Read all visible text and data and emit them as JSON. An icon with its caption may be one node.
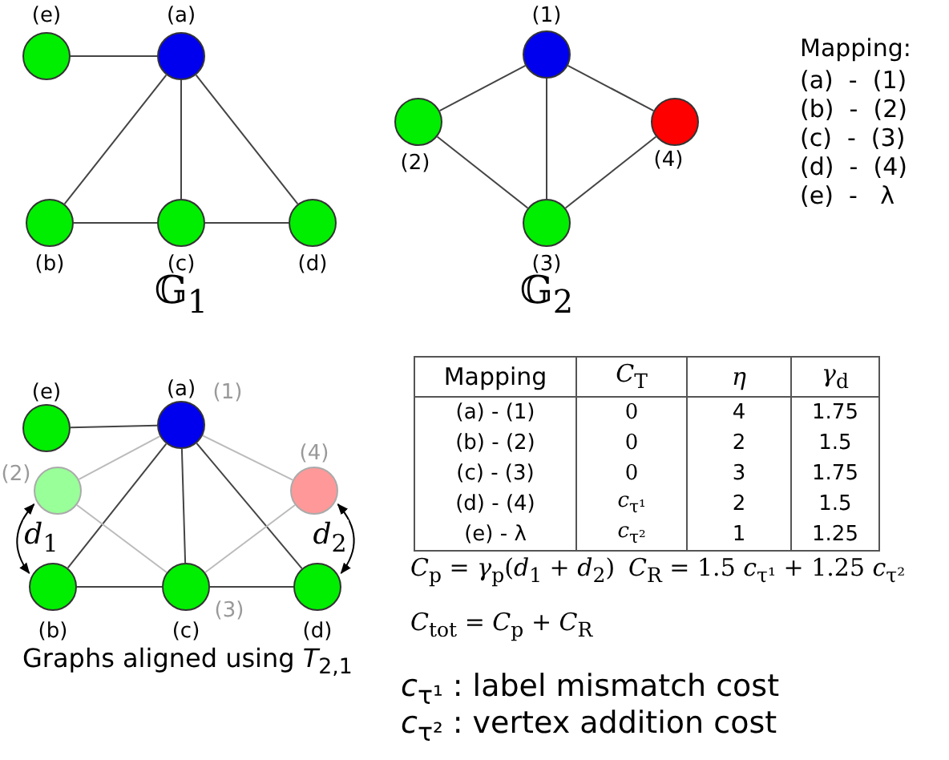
{
  "diagram": {
    "nodes": [
      {
        "text": [],
        "shape": "circle",
        "beside": [
          "(e)"
        ]
      },
      {
        "text": [],
        "shape": "circle",
        "beside": [
          "(a)"
        ]
      },
      {
        "text": [],
        "shape": "circle",
        "beside": [
          "(b)"
        ]
      },
      {
        "text": [],
        "shape": "circle",
        "beside": [
          "(c)"
        ]
      },
      {
        "text": [],
        "shape": "circle",
        "beside": [
          "(d)"
        ]
      },
      {
        "text": [],
        "shape": "circle",
        "beside": [
          "(1)"
        ]
      },
      {
        "text": [],
        "shape": "circle",
        "beside": [
          "(2)"
        ]
      },
      {
        "text": [],
        "shape": "circle",
        "beside": [
          "(4)"
        ]
      },
      {
        "text": [],
        "shape": "circle",
        "beside": [
          "(3)"
        ]
      },
      {
        "text": [],
        "shape": "circle",
        "beside": [
          "(e)"
        ]
      },
      {
        "text": [],
        "shape": "circle",
        "beside": [
          "(a)",
          "(1)"
        ]
      },
      {
        "text": [],
        "shape": "circle",
        "beside": [
          "(2)"
        ]
      },
      {
        "text": [],
        "shape": "circle",
        "beside": [
          "(4)"
        ]
      },
      {
        "text": [],
        "shape": "circle",
        "beside": [
          "(b)"
        ]
      },
      {
        "text": [],
        "shape": "circle",
        "beside": [
          "(c)",
          "(3)"
        ]
      },
      {
        "text": [],
        "shape": "circle",
        "beside": [
          "(d)"
        ]
      }
    ],
    "edges": [
      {
        "from": 0,
        "to": 1,
        "arrow": "none"
      },
      {
        "from": 1,
        "to": 2,
        "arrow": "none"
      },
      {
        "from": 1,
        "to": 3,
        "arrow": "none"
      },
      {
        "from": 1,
        "to": 4,
        "arrow": "none"
      },
      {
        "from": 2,
        "to": 3,
        "arrow": "none"
      },
      {
        "from": 3,
        "to": 4,
        "arrow": "none"
      },
      {
        "from": 5,
        "to": 6,
        "arrow": "none"
      },
      {
        "from": 5,
        "to": 7,
        "arrow": "none"
      },
      {
        "from": 5,
        "to": 8,
        "arrow": "none"
      },
      {
        "from": 6,
        "to": 8,
        "arrow": "none"
      },
      {
        "from": 7,
        "to": 8,
        "arrow": "none"
      },
      {
        "from": 9,
        "to": 10,
        "arrow": "none"
      },
      {
        "from": 10,
        "to": 11,
        "arrow": "none",
        "color": "#bbbbbb"
      },
      {
        "from": 10,
        "to": 12,
        "arrow": "none",
        "color": "#bbbbbb"
      },
      {
        "from": 10,
        "to": 13,
        "arrow": "none"
      },
      {
        "from": 10,
        "to": 14,
        "arrow": "none"
      },
      {
        "from": 10,
        "to": 15,
        "arrow": "none"
      },
      {
        "from": 11,
        "to": 14,
        "arrow": "none",
        "color": "#bbbbbb"
      },
      {
        "from": 12,
        "to": 14,
        "arrow": "none",
        "color": "#bbbbbb"
      },
      {
        "from": 13,
        "to": 14,
        "arrow": "none"
      },
      {
        "from": 14,
        "to": 15,
        "arrow": "none"
      },
      {
        "from": 11,
        "to": 13,
        "arrow": "both",
        "label": "*d*$_{1}$"
      },
      {
        "from": 12,
        "to": 15,
        "arrow": "both",
        "label": "*d*$_{2}$"
      }
    ],
    "labels": [
      "𝔾$_{1}$",
      "𝔾$_{2}$",
      "Mapping:",
      "(a)  -  (1)",
      "(b)  -  (2)",
      "(c)  -  (3)",
      "(d)  -  (4)",
      "(e)  -   λ",
      "Graphs aligned using *T*$_{2,1}$",
      "Mapping",
      "*C*$_{T}$",
      "*η*",
      "*γ*$_{d}$",
      "(a) - (1)",
      "0",
      "4",
      "1.75",
      "(b) - (2)",
      "0",
      "2",
      "1.5",
      "(c) - (3)",
      "0",
      "3",
      "1.75",
      "(d) - (4)",
      "*c*$_{τ¹}$",
      "2",
      "1.5",
      "(e) -  λ",
      "*c*$_{τ²}$",
      "1",
      "1.25",
      "*C*$_{p}$ = *γ*$_{p}$(*d*$_{1}$ + *d*$_{2}$)",
      "*C*$_{R}$ = 1.5 *c*$_{τ¹}$ + 1.25 *c*$_{τ²}$",
      "*C*$_{tot}$ = *C*$_{p}$ + *C*$_{R}$",
      "*c*$_{τ¹}$ : label mismatch cost",
      "*c*$_{τ²}$ : vertex addition cost"
    ]
  }
}
